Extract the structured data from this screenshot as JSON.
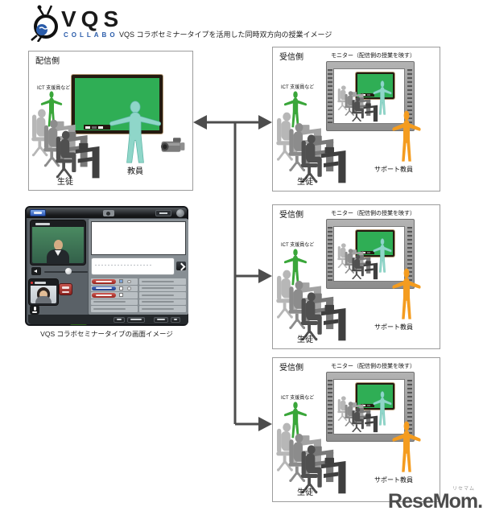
{
  "logo": {
    "brand": "VQS",
    "sub": "COLLABO"
  },
  "title": "VQS コラボセミナータイプを活用した同時双方向の授業イメージ",
  "sender": {
    "label": "配信側",
    "ict_label": "ICT 支援員など",
    "teacher_label": "教員",
    "students_label": "生徒"
  },
  "receiver": {
    "label": "受信側",
    "monitor_label": "モニター（配信側の授業を映す）",
    "ict_label": "ICT 支援員など",
    "students_label": "生徒",
    "support_label": "サポート教員"
  },
  "app": {
    "caption": "VQS コラボセミナータイプの画面イメージ"
  },
  "watermark": {
    "text": "ReseMom.",
    "ruby": "リセマム"
  },
  "colors": {
    "ict_green": "#3aa63a",
    "teacher_cyan": "#8fd6c9",
    "support_orange": "#f49c1f",
    "arrow_gray": "#4d4d4d",
    "board_green": "#2fae55",
    "brand_blue": "#2a5caa"
  }
}
